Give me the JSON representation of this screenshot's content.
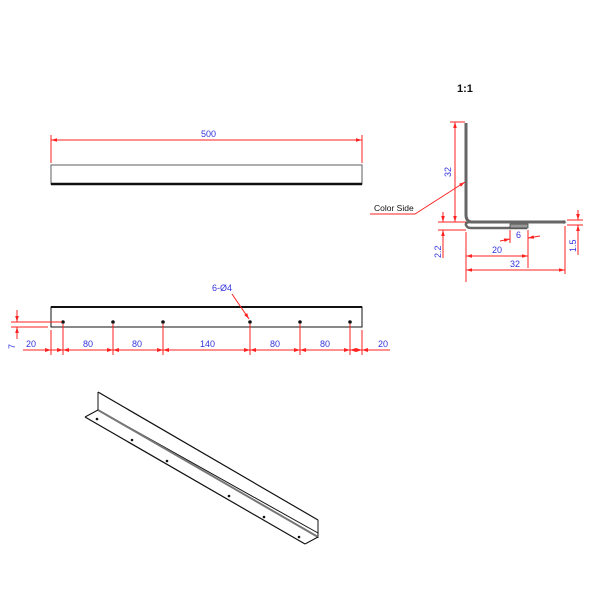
{
  "drawing": {
    "scale_label": "1:1",
    "top_view": {
      "length_label": "500"
    },
    "section_view": {
      "color_side_label": "Color Side",
      "vertical_leg_label": "32",
      "horizontal_leg_label": "32",
      "hem_length_label": "20",
      "hem_overlap_label": "6",
      "bend_height_label": "2.2",
      "thickness_label": "1.5"
    },
    "hole_view": {
      "hole_callout": "6-Ø4",
      "edge_offset_label": "7",
      "spacings": [
        "20",
        "80",
        "80",
        "140",
        "80",
        "80",
        "20"
      ]
    },
    "iso_view": {
      "hole_count": 6
    },
    "colors": {
      "dimension_line": "#ff2020",
      "dimension_text": "#3333dd",
      "outline": "#111111"
    }
  }
}
